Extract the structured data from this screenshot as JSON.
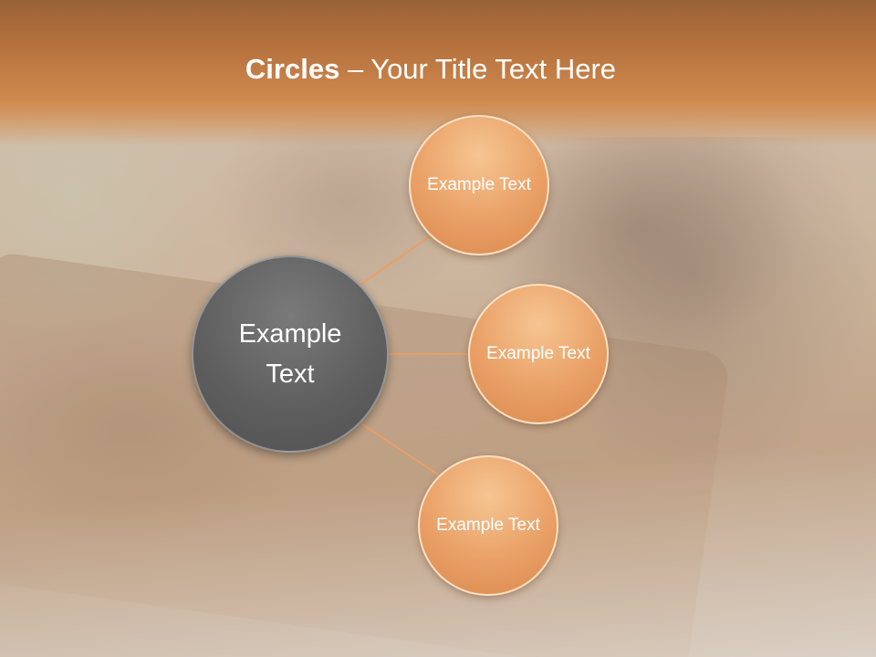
{
  "title": {
    "bold": "Circles",
    "rest": " – Your Title Text Here"
  },
  "center_node": {
    "label": "Example Text"
  },
  "nodes": [
    {
      "label": "Example Text"
    },
    {
      "label": "Example Text"
    },
    {
      "label": "Example Text"
    }
  ],
  "colors": {
    "header": "#c47a42",
    "center_circle": "#5f5f5f",
    "node_circle": "#e9a066",
    "connector": "#e9a066",
    "text": "#ffffff"
  }
}
